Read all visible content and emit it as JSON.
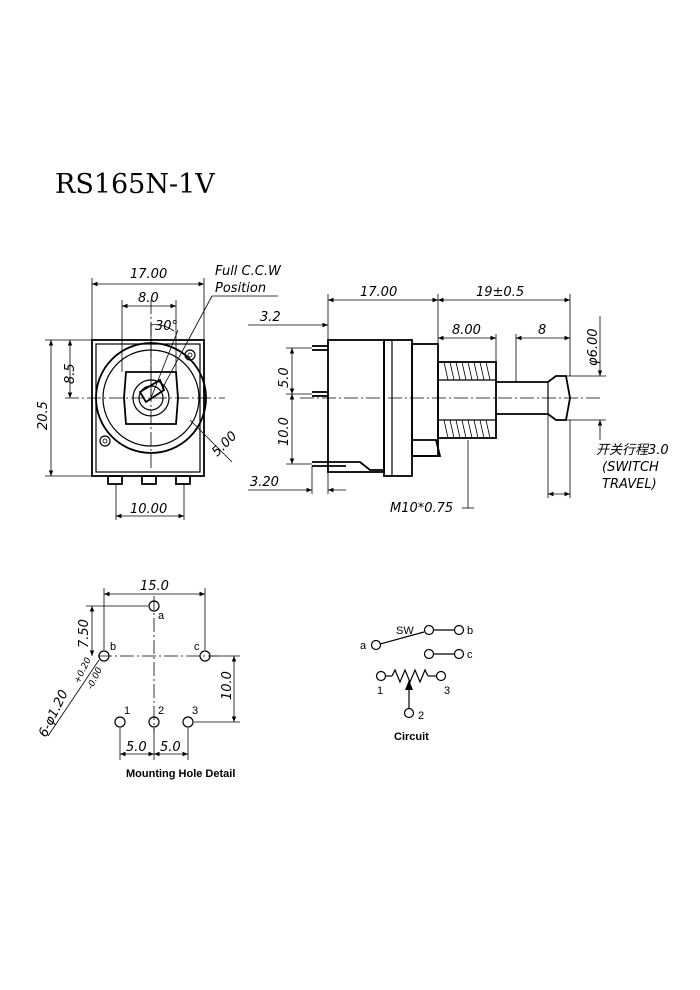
{
  "title": "RS165N-1V",
  "front_view": {
    "dim_width": "17.00",
    "dim_inner": "8.0",
    "dim_angle": "30°",
    "dim_height": "20.5",
    "dim_upper": "8.5",
    "dim_bottom": "10.00",
    "dim_diag": "5.00",
    "note_line1": "Full C.C.W",
    "note_line2": "Position"
  },
  "side_view": {
    "dim_body": "17.00",
    "dim_shaft": "19±0.5",
    "dim_pin_top": "3.2",
    "dim_thread": "8.00",
    "dim_flat": "8",
    "dim_dia": "φ6.00",
    "dim_pitch1": "5.0",
    "dim_pitch2": "10.0",
    "dim_pin_bottom": "3.20",
    "thread_label": "M10*0.75",
    "switch_cn": "开关行程3.0",
    "switch_en1": "(SWITCH",
    "switch_en2": "TRAVEL)"
  },
  "mounting": {
    "dim_width": "15.0",
    "dim_top": "7.50",
    "dim_vert": "10.0",
    "dim_pitch_left": "5.0",
    "dim_pitch_right": "5.0",
    "dim_hole": "6-φ1.20",
    "tol_plus": "+0.20",
    "tol_minus": "-0.00",
    "label_a": "a",
    "label_b": "b",
    "label_c": "c",
    "label_1": "1",
    "label_2": "2",
    "label_3": "3",
    "caption": "Mounting Hole Detail"
  },
  "circuit": {
    "sw": "SW",
    "a": "a",
    "b": "b",
    "c": "c",
    "p1": "1",
    "p2": "2",
    "p3": "3",
    "caption": "Circuit"
  }
}
